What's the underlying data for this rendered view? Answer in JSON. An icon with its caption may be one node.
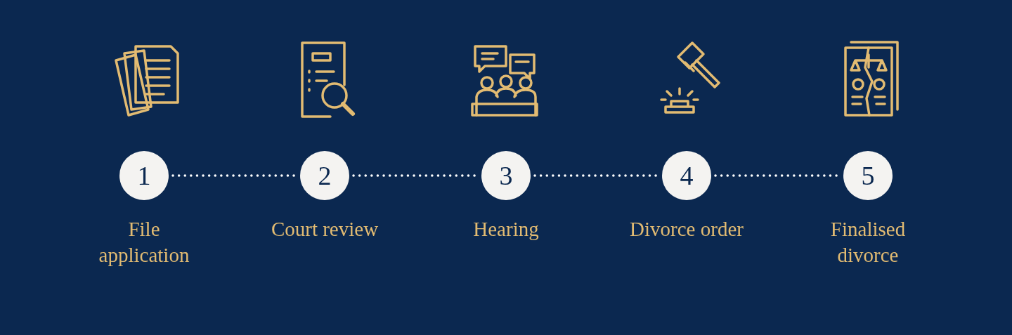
{
  "diagram": {
    "nodes": [
      {
        "text": [
          "1"
        ],
        "beside": [
          "File application"
        ]
      },
      {
        "text": [
          "2"
        ],
        "beside": [
          "Court review"
        ]
      },
      {
        "text": [
          "3"
        ],
        "beside": [
          "Hearing"
        ]
      },
      {
        "text": [
          "4"
        ],
        "beside": [
          "Divorce order"
        ]
      },
      {
        "text": [
          "5"
        ],
        "beside": [
          "Finalised divorce"
        ]
      }
    ],
    "edges": [
      {
        "from": 0,
        "to": 1,
        "arrow": "none"
      },
      {
        "from": 1,
        "to": 2,
        "arrow": "none"
      },
      {
        "from": 2,
        "to": 3,
        "arrow": "none"
      },
      {
        "from": 3,
        "to": 4,
        "arrow": "none"
      }
    ]
  }
}
